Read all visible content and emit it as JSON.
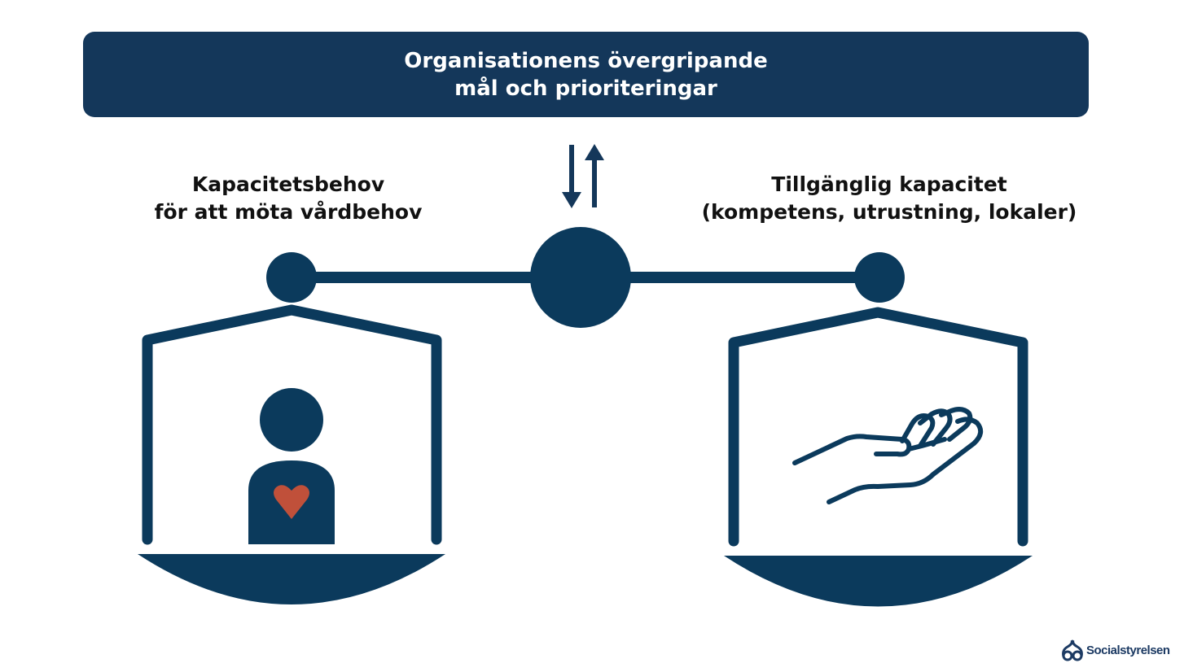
{
  "banner": {
    "line1": "Organisationens övergripande",
    "line2": "mål och prioriteringar"
  },
  "left_pan": {
    "line1": "Kapacitetsbehov",
    "line2": "för att möta vårdbehov",
    "icon": "person-with-heart-icon"
  },
  "right_pan": {
    "line1": "Tillgänglig kapacitet",
    "line2": "(kompetens, utrustning, lokaler)",
    "icon": "open-hand-icon"
  },
  "center": {
    "icon": "bidirectional-arrows-icon"
  },
  "logo": {
    "text": "Socialstyrelsen"
  },
  "colors": {
    "navy": "#14375a",
    "scale": "#0b3a5c",
    "heart": "#c0503a"
  }
}
